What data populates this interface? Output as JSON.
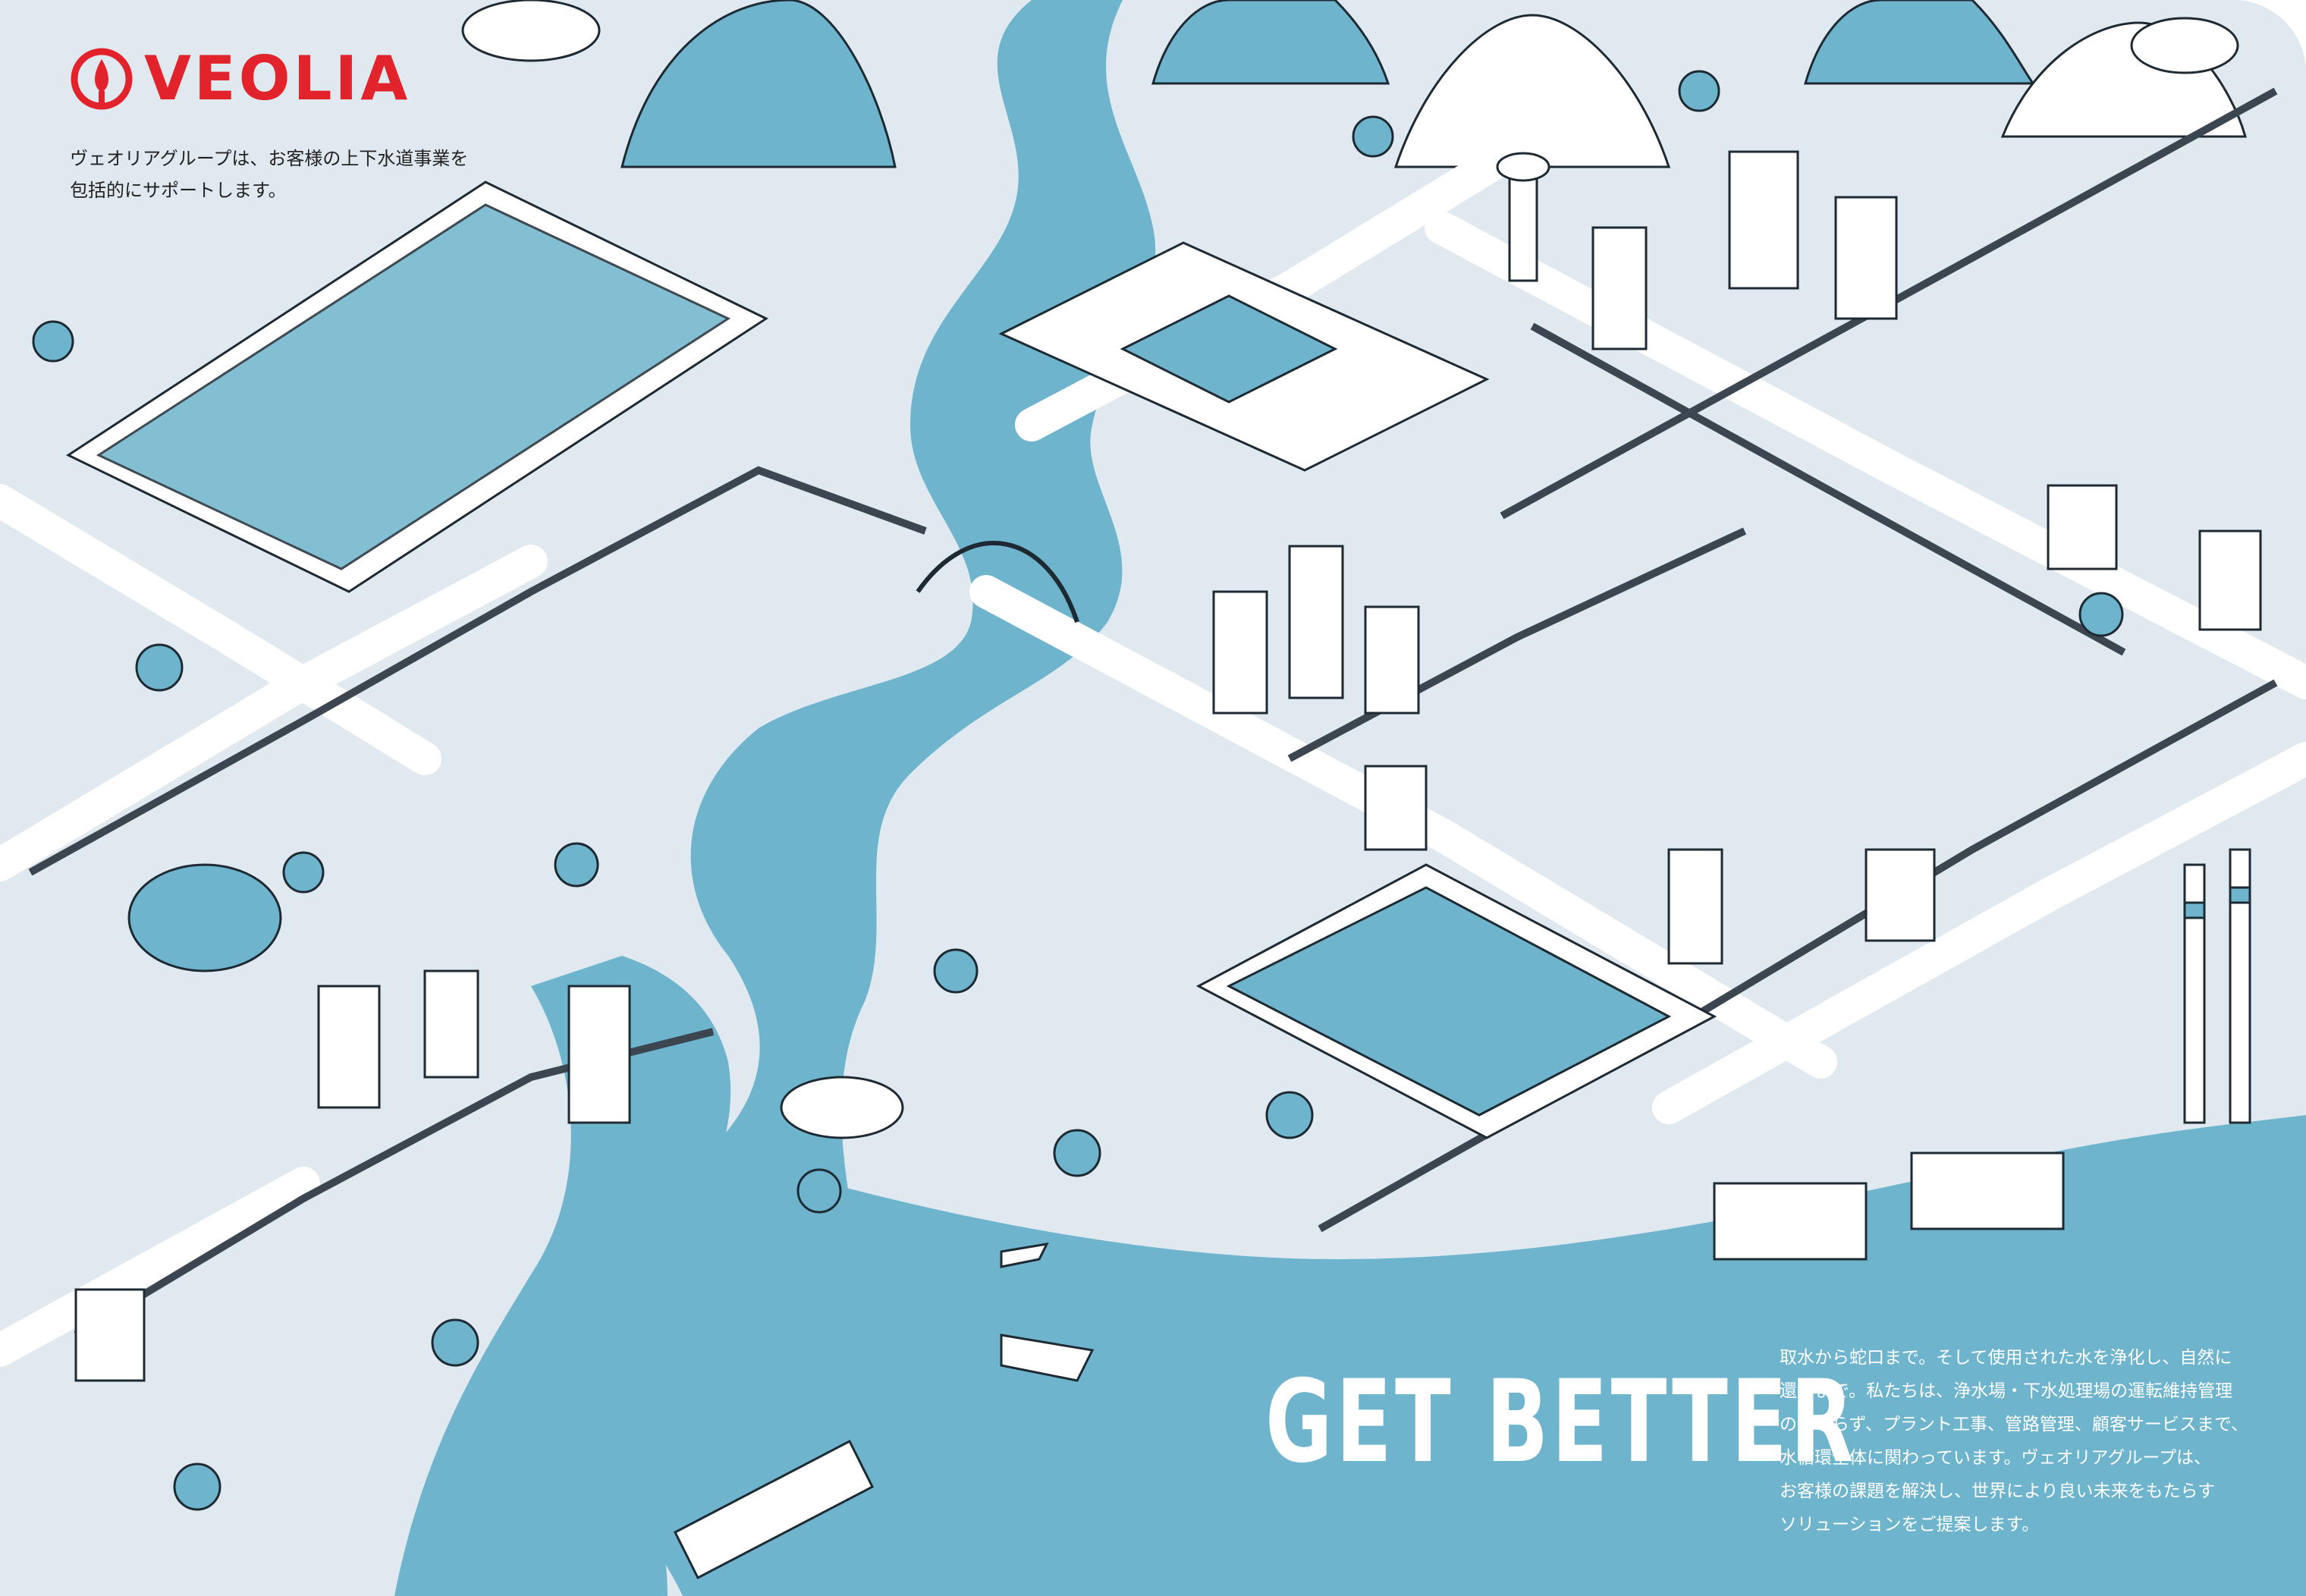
{
  "brand": {
    "name": "VEOLIA",
    "logo_icon": "veolia-drop-logo",
    "logo_color": "#e2232b"
  },
  "intro": {
    "text": "ヴェオリアグループは、お客様の上下水道事業を\n包括的にサポートします。"
  },
  "headline": {
    "text": "GET BETTER"
  },
  "body": {
    "text": "取水から蛇口まで。そして使用された水を浄化し、自然に\n還すまで。私たちは、浄水場・下水処理場の運転維持管理\nのみならず、プラント工事、管路管理、顧客サービスまで、\n水循環全体に関わっています。ヴェオリアグループは、\nお客様の課題を解決し、世界により良い未来をもたらす\nソリューションをご提案します。"
  },
  "colors": {
    "land": "#dfe9ef",
    "water": "#6eb4cc",
    "accent_blue": "#6eb4cc",
    "dark_outline": "#1e2a33",
    "road": "#ffffff",
    "brand_red": "#e2232b"
  }
}
